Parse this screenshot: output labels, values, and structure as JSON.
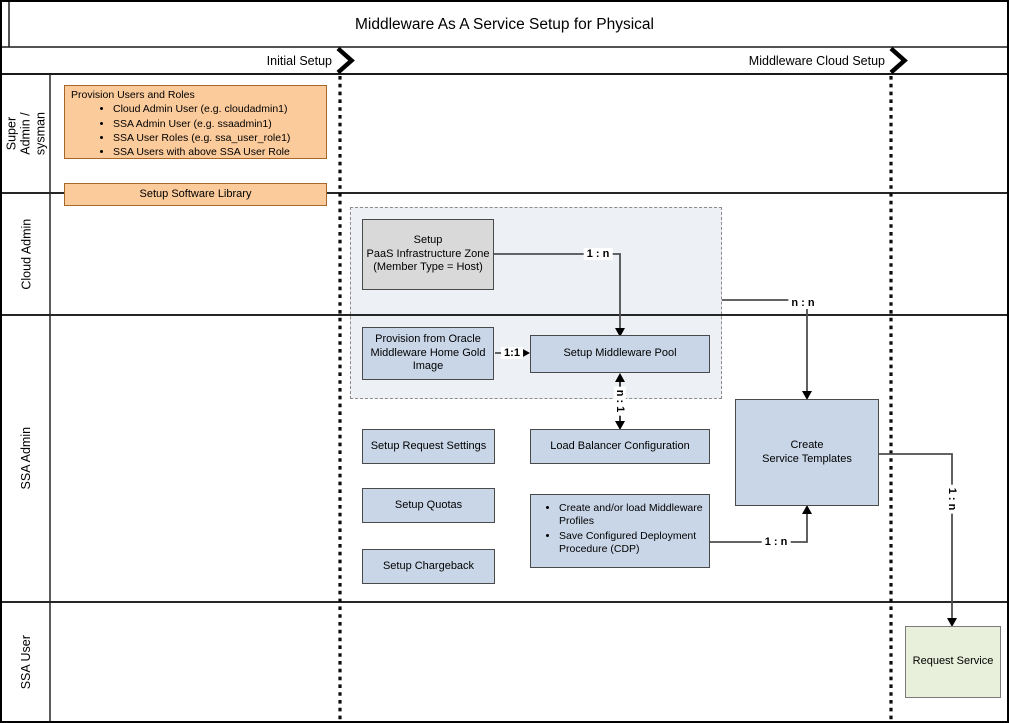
{
  "title": "Middleware As A Service Setup for Physical",
  "phases": {
    "initial": "Initial Setup",
    "cloud": "Middleware Cloud Setup"
  },
  "lanes": {
    "super_admin": "Super Admin / sysman",
    "cloud_admin": "Cloud Admin",
    "ssa_admin": "SSA Admin",
    "ssa_user": "SSA User"
  },
  "boxes": {
    "provision_users": {
      "title": "Provision Users and Roles",
      "bullets": [
        "Cloud Admin User (e.g. cloudadmin1)",
        "SSA Admin User (e.g. ssaadmin1)",
        "SSA User Roles (e.g. ssa_user_role1)",
        "SSA Users with above SSA User Role"
      ]
    },
    "software_library": "Setup Software Library",
    "paas_zone": "Setup\nPaaS Infrastructure Zone\n(Member Type = Host)",
    "provision_gold": "Provision from Oracle Middleware Home Gold Image",
    "mw_pool": "Setup Middleware Pool",
    "request_settings": "Setup Request Settings",
    "lb_config": "Load Balancer Configuration",
    "quotas": "Setup Quotas",
    "profiles_bullets": [
      "Create and/or load Middleware Profiles",
      "Save Configured Deployment Procedure (CDP)"
    ],
    "chargeback": "Setup Chargeback",
    "service_templates": "Create\nService Templates",
    "request_service": "Request Service"
  },
  "connector_labels": {
    "paas_to_pool": "1 : n",
    "gold_to_pool": "1:1",
    "pool_lb": "n : 1",
    "zone_to_templates": "n : n",
    "profiles_to_templates": "1 : n",
    "templates_to_request": "1 : n"
  },
  "colors": {
    "orange_fill": "#FBCB9C",
    "orange_border": "#A5682A",
    "blue_fill": "#C9D6E8",
    "blue_border": "#4A4A4A",
    "gray_fill": "#D9D9D9",
    "gray_border": "#4A4A4A",
    "green_fill": "#E8EFDA",
    "green_border": "#7A7A7A",
    "group_fill": "#EDF1F6",
    "group_border": "#8C8C8C",
    "line": "#4F4F4F",
    "structure_line": "#1A1A1A"
  }
}
